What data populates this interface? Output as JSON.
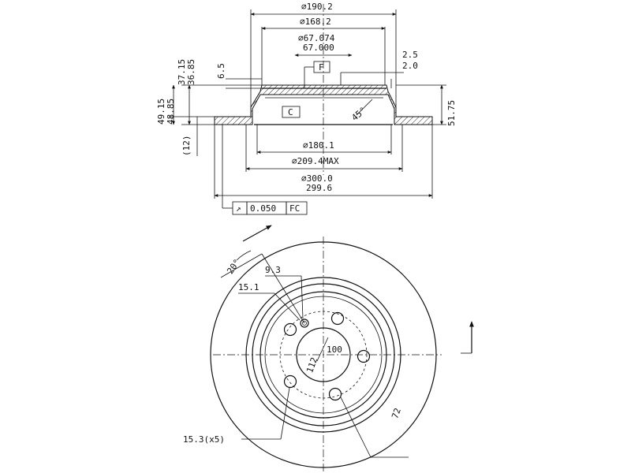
{
  "top_view": {
    "dims": {
      "d190": "∅190.2",
      "d168": "∅168.2",
      "d67_upper": "∅67.074",
      "d67_lower": "67.000",
      "d180": "∅180.1",
      "d209": "∅209.4MAX",
      "d300_upper": "∅300.0",
      "d300_lower": "299.6",
      "v37": "37.15",
      "v36": "36.85",
      "v6": "6.5",
      "v49": "49.15",
      "v48": "48.85",
      "v12": "(12)",
      "v51": "51.75",
      "r25": "2.5",
      "r20": "2.0",
      "angle": "45°"
    },
    "datum_f": "F",
    "datum_c": "C",
    "tolerance": {
      "symbol": "↗",
      "value": "0.050",
      "ref": "FC"
    }
  },
  "bottom_view": {
    "dims": {
      "a20": "20°",
      "d93": "9.3",
      "d151": "15.1",
      "d100": "100",
      "d112": "112",
      "d72": "72",
      "holes": "15.3(x5)"
    }
  }
}
